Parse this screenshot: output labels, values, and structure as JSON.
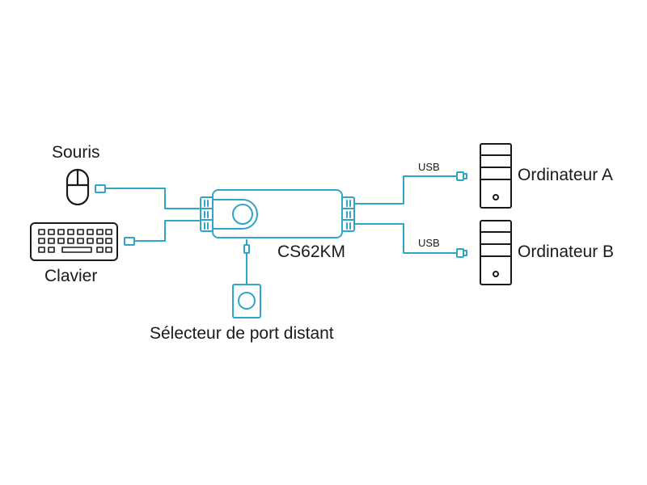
{
  "diagram": {
    "device": {
      "name": "CS62KM"
    },
    "peripherals": {
      "mouse": {
        "label": "Souris",
        "icon": "mouse-icon"
      },
      "keyboard": {
        "label": "Clavier",
        "icon": "keyboard-icon"
      },
      "remote_selector": {
        "label": "Sélecteur de port distant",
        "icon": "remote-port-selector-icon"
      }
    },
    "computers": [
      {
        "label": "Ordinateur A",
        "cable_label": "USB",
        "icon": "computer-tower-icon"
      },
      {
        "label": "Ordinateur B",
        "cable_label": "USB",
        "icon": "computer-tower-icon"
      }
    ],
    "colors": {
      "cable": "#2fa6c9",
      "outline": "#1a1a1a",
      "background": "#ffffff"
    }
  }
}
